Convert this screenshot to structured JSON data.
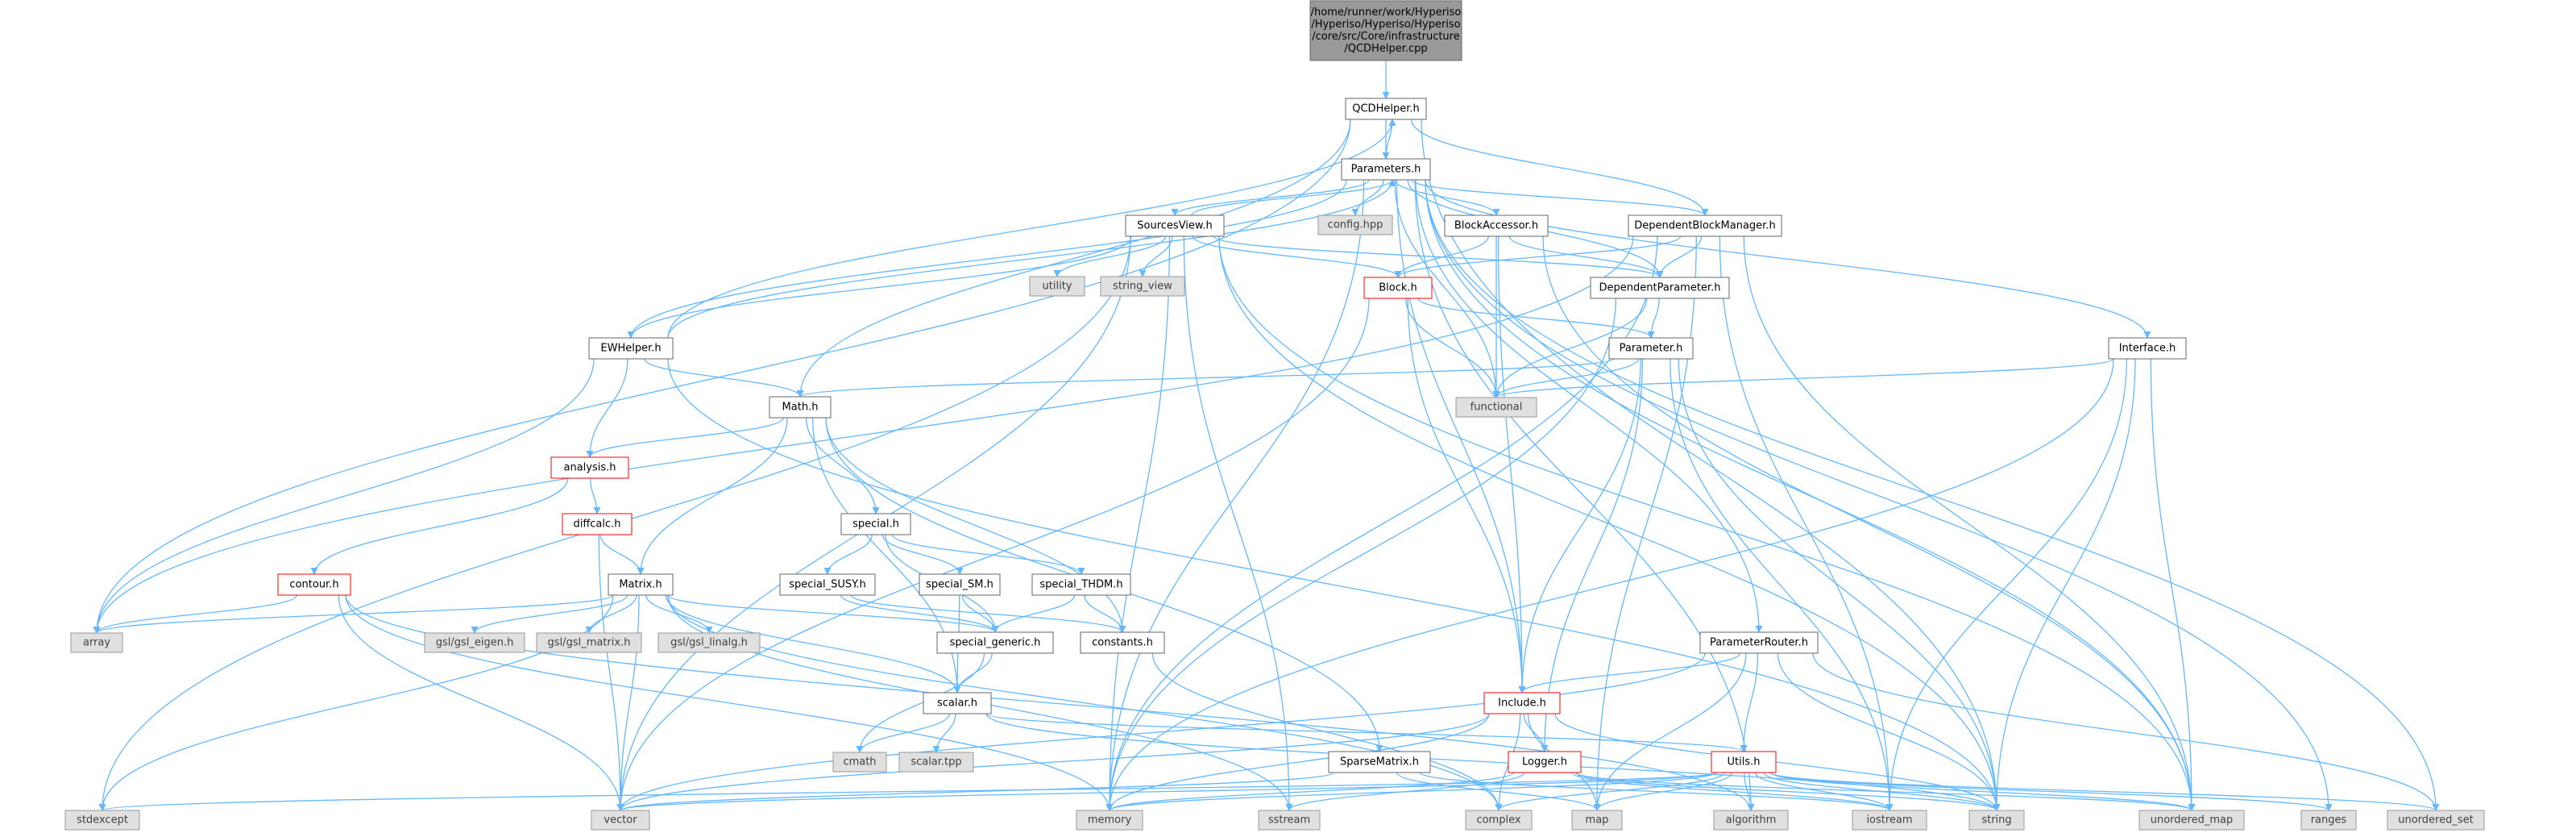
{
  "graph": {
    "root": {
      "id": "root",
      "lines": [
        "/home/runner/work/Hyperiso",
        "/Hyperiso/Hyperiso/Hyperiso",
        "/core/src/Core/infrastructure",
        "/QCDHelper.cpp"
      ],
      "style": "root"
    },
    "nodes": [
      {
        "id": "qcdhelper_h",
        "label": "QCDHelper.h",
        "style": "normal"
      },
      {
        "id": "parameters_h",
        "label": "Parameters.h",
        "style": "normal"
      },
      {
        "id": "config_hpp",
        "label": "config.hpp",
        "style": "ext"
      },
      {
        "id": "sourcesview_h",
        "label": "SourcesView.h",
        "style": "normal"
      },
      {
        "id": "blockaccessor_h",
        "label": "BlockAccessor.h",
        "style": "normal"
      },
      {
        "id": "dependentblockmanager_h",
        "label": "DependentBlockManager.h",
        "style": "normal"
      },
      {
        "id": "utility",
        "label": "utility",
        "style": "ext"
      },
      {
        "id": "string_view",
        "label": "string_view",
        "style": "ext"
      },
      {
        "id": "block_h",
        "label": "Block.h",
        "style": "red"
      },
      {
        "id": "dependentparameter_h",
        "label": "DependentParameter.h",
        "style": "normal"
      },
      {
        "id": "ewhelper_h",
        "label": "EWHelper.h",
        "style": "normal"
      },
      {
        "id": "parameter_h",
        "label": "Parameter.h",
        "style": "normal"
      },
      {
        "id": "interface_h",
        "label": "Interface.h",
        "style": "normal"
      },
      {
        "id": "functional",
        "label": "functional",
        "style": "ext"
      },
      {
        "id": "math_h",
        "label": "Math.h",
        "style": "normal"
      },
      {
        "id": "analysis_h",
        "label": "analysis.h",
        "style": "red"
      },
      {
        "id": "special_h",
        "label": "special.h",
        "style": "normal"
      },
      {
        "id": "diffcalc_h",
        "label": "diffcalc.h",
        "style": "red"
      },
      {
        "id": "contour_h",
        "label": "contour.h",
        "style": "red"
      },
      {
        "id": "special_susy_h",
        "label": "special_SUSY.h",
        "style": "normal"
      },
      {
        "id": "special_sm_h",
        "label": "special_SM.h",
        "style": "normal"
      },
      {
        "id": "special_thdm_h",
        "label": "special_THDM.h",
        "style": "normal"
      },
      {
        "id": "matrix_h",
        "label": "Matrix.h",
        "style": "normal"
      },
      {
        "id": "array",
        "label": "array",
        "style": "ext"
      },
      {
        "id": "gsl_eigen",
        "label": "gsl/gsl_eigen.h",
        "style": "ext"
      },
      {
        "id": "gsl_matrix",
        "label": "gsl/gsl_matrix.h",
        "style": "ext"
      },
      {
        "id": "gsl_linalg",
        "label": "gsl/gsl_linalg.h",
        "style": "ext"
      },
      {
        "id": "special_generic_h",
        "label": "special_generic.h",
        "style": "normal"
      },
      {
        "id": "constants_h",
        "label": "constants.h",
        "style": "normal"
      },
      {
        "id": "parameterrouter_h",
        "label": "ParameterRouter.h",
        "style": "normal"
      },
      {
        "id": "scalar_h",
        "label": "scalar.h",
        "style": "normal"
      },
      {
        "id": "include_h",
        "label": "Include.h",
        "style": "red"
      },
      {
        "id": "cmath",
        "label": "cmath",
        "style": "ext"
      },
      {
        "id": "scalar_tpp",
        "label": "scalar.tpp",
        "style": "ext"
      },
      {
        "id": "sparsematrix_h",
        "label": "SparseMatrix.h",
        "style": "normal"
      },
      {
        "id": "logger_h",
        "label": "Logger.h",
        "style": "red"
      },
      {
        "id": "utils_h",
        "label": "Utils.h",
        "style": "red"
      },
      {
        "id": "stdexcept",
        "label": "stdexcept",
        "style": "ext"
      },
      {
        "id": "vector",
        "label": "vector",
        "style": "ext"
      },
      {
        "id": "memory",
        "label": "memory",
        "style": "ext"
      },
      {
        "id": "sstream",
        "label": "sstream",
        "style": "ext"
      },
      {
        "id": "complex",
        "label": "complex",
        "style": "ext"
      },
      {
        "id": "map",
        "label": "map",
        "style": "ext"
      },
      {
        "id": "algorithm",
        "label": "algorithm",
        "style": "ext"
      },
      {
        "id": "iostream",
        "label": "iostream",
        "style": "ext"
      },
      {
        "id": "string",
        "label": "string",
        "style": "ext"
      },
      {
        "id": "unordered_map",
        "label": "unordered_map",
        "style": "ext"
      },
      {
        "id": "ranges",
        "label": "ranges",
        "style": "ext"
      },
      {
        "id": "unordered_set",
        "label": "unordered_set",
        "style": "ext"
      }
    ],
    "edges": [
      [
        "root",
        "qcdhelper_h"
      ],
      [
        "qcdhelper_h",
        "parameters_h"
      ],
      [
        "qcdhelper_h",
        "dependentblockmanager_h"
      ],
      [
        "qcdhelper_h",
        "math_h"
      ],
      [
        "qcdhelper_h",
        "array"
      ],
      [
        "qcdhelper_h",
        "string"
      ],
      [
        "parameters_h",
        "qcdhelper_h"
      ],
      [
        "parameters_h",
        "config_hpp"
      ],
      [
        "parameters_h",
        "sourcesview_h"
      ],
      [
        "parameters_h",
        "blockaccessor_h"
      ],
      [
        "parameters_h",
        "dependentblockmanager_h"
      ],
      [
        "parameters_h",
        "ewhelper_h"
      ],
      [
        "parameters_h",
        "dependentparameter_h"
      ],
      [
        "parameters_h",
        "interface_h"
      ],
      [
        "parameters_h",
        "parameterrouter_h"
      ],
      [
        "parameters_h",
        "functional"
      ],
      [
        "parameters_h",
        "include_h"
      ],
      [
        "parameters_h",
        "memory"
      ],
      [
        "parameters_h",
        "algorithm"
      ],
      [
        "parameters_h",
        "unordered_map"
      ],
      [
        "parameters_h",
        "unordered_set"
      ],
      [
        "parameters_h",
        "ranges"
      ],
      [
        "sourcesview_h",
        "parameters_h"
      ],
      [
        "sourcesview_h",
        "utility"
      ],
      [
        "sourcesview_h",
        "string_view"
      ],
      [
        "sourcesview_h",
        "block_h"
      ],
      [
        "sourcesview_h",
        "ewhelper_h"
      ],
      [
        "sourcesview_h",
        "dependentparameter_h"
      ],
      [
        "sourcesview_h",
        "stdexcept"
      ],
      [
        "sourcesview_h",
        "vector"
      ],
      [
        "sourcesview_h",
        "memory"
      ],
      [
        "sourcesview_h",
        "sstream"
      ],
      [
        "sourcesview_h",
        "string"
      ],
      [
        "sourcesview_h",
        "unordered_map"
      ],
      [
        "blockaccessor_h",
        "block_h"
      ],
      [
        "blockaccessor_h",
        "dependentparameter_h"
      ],
      [
        "blockaccessor_h",
        "functional"
      ],
      [
        "blockaccessor_h",
        "include_h"
      ],
      [
        "blockaccessor_h",
        "unordered_map"
      ],
      [
        "dependentblockmanager_h",
        "block_h"
      ],
      [
        "dependentblockmanager_h",
        "dependentparameter_h"
      ],
      [
        "dependentblockmanager_h",
        "memory"
      ],
      [
        "dependentblockmanager_h",
        "map"
      ],
      [
        "dependentblockmanager_h",
        "iostream"
      ],
      [
        "dependentblockmanager_h",
        "unordered_map"
      ],
      [
        "dependentblockmanager_h",
        "array"
      ],
      [
        "block_h",
        "parameter_h"
      ],
      [
        "block_h",
        "functional"
      ],
      [
        "block_h",
        "include_h"
      ],
      [
        "block_h",
        "vector"
      ],
      [
        "dependentparameter_h",
        "parameter_h"
      ],
      [
        "dependentparameter_h",
        "functional"
      ],
      [
        "dependentparameter_h",
        "memory"
      ],
      [
        "ewhelper_h",
        "parameters_h"
      ],
      [
        "ewhelper_h",
        "qcdhelper_h"
      ],
      [
        "ewhelper_h",
        "math_h"
      ],
      [
        "ewhelper_h",
        "analysis_h"
      ],
      [
        "ewhelper_h",
        "array"
      ],
      [
        "ewhelper_h",
        "string"
      ],
      [
        "parameter_h",
        "math_h"
      ],
      [
        "parameter_h",
        "functional"
      ],
      [
        "parameter_h",
        "include_h"
      ],
      [
        "parameter_h",
        "logger_h"
      ],
      [
        "parameter_h",
        "string"
      ],
      [
        "parameter_h",
        "iostream"
      ],
      [
        "interface_h",
        "functional"
      ],
      [
        "interface_h",
        "memory"
      ],
      [
        "interface_h",
        "string"
      ],
      [
        "interface_h",
        "iostream"
      ],
      [
        "interface_h",
        "unordered_map"
      ],
      [
        "math_h",
        "analysis_h"
      ],
      [
        "math_h",
        "special_h"
      ],
      [
        "math_h",
        "matrix_h"
      ],
      [
        "math_h",
        "constants_h"
      ],
      [
        "math_h",
        "scalar_h"
      ],
      [
        "math_h",
        "sparsematrix_h"
      ],
      [
        "analysis_h",
        "diffcalc_h"
      ],
      [
        "analysis_h",
        "contour_h"
      ],
      [
        "diffcalc_h",
        "matrix_h"
      ],
      [
        "diffcalc_h",
        "vector"
      ],
      [
        "contour_h",
        "array"
      ],
      [
        "contour_h",
        "vector"
      ],
      [
        "contour_h",
        "memory"
      ],
      [
        "contour_h",
        "algorithm"
      ],
      [
        "special_h",
        "special_susy_h"
      ],
      [
        "special_h",
        "special_sm_h"
      ],
      [
        "special_h",
        "special_thdm_h"
      ],
      [
        "special_h",
        "special_generic_h"
      ],
      [
        "special_susy_h",
        "special_generic_h"
      ],
      [
        "special_susy_h",
        "constants_h"
      ],
      [
        "special_sm_h",
        "special_generic_h"
      ],
      [
        "special_sm_h",
        "scalar_h"
      ],
      [
        "special_thdm_h",
        "special_generic_h"
      ],
      [
        "special_thdm_h",
        "constants_h"
      ],
      [
        "matrix_h",
        "array"
      ],
      [
        "matrix_h",
        "gsl_eigen"
      ],
      [
        "matrix_h",
        "gsl_matrix"
      ],
      [
        "matrix_h",
        "gsl_linalg"
      ],
      [
        "matrix_h",
        "special_generic_h"
      ],
      [
        "matrix_h",
        "scalar_h"
      ],
      [
        "matrix_h",
        "stdexcept"
      ],
      [
        "matrix_h",
        "vector"
      ],
      [
        "matrix_h",
        "sstream"
      ],
      [
        "matrix_h",
        "complex"
      ],
      [
        "special_generic_h",
        "scalar_h"
      ],
      [
        "special_generic_h",
        "cmath"
      ],
      [
        "constants_h",
        "complex"
      ],
      [
        "scalar_h",
        "cmath"
      ],
      [
        "scalar_h",
        "scalar_tpp"
      ],
      [
        "scalar_h",
        "utils_h"
      ],
      [
        "scalar_h",
        "string"
      ],
      [
        "parameterrouter_h",
        "include_h"
      ],
      [
        "parameterrouter_h",
        "utils_h"
      ],
      [
        "parameterrouter_h",
        "vector"
      ],
      [
        "parameterrouter_h",
        "map"
      ],
      [
        "parameterrouter_h",
        "string"
      ],
      [
        "parameterrouter_h",
        "unordered_set"
      ],
      [
        "include_h",
        "logger_h"
      ],
      [
        "include_h",
        "vector"
      ],
      [
        "include_h",
        "memory"
      ],
      [
        "include_h",
        "complex"
      ],
      [
        "include_h",
        "map"
      ],
      [
        "include_h",
        "string"
      ],
      [
        "sparsematrix_h",
        "vector"
      ],
      [
        "sparsematrix_h",
        "map"
      ],
      [
        "sparsematrix_h",
        "iostream"
      ],
      [
        "logger_h",
        "sstream"
      ],
      [
        "logger_h",
        "memory"
      ],
      [
        "logger_h",
        "string"
      ],
      [
        "logger_h",
        "iostream"
      ],
      [
        "logger_h",
        "unordered_map"
      ],
      [
        "utils_h",
        "stdexcept"
      ],
      [
        "utils_h",
        "vector"
      ],
      [
        "utils_h",
        "memory"
      ],
      [
        "utils_h",
        "complex"
      ],
      [
        "utils_h",
        "map"
      ],
      [
        "utils_h",
        "algorithm"
      ],
      [
        "utils_h",
        "iostream"
      ],
      [
        "utils_h",
        "string"
      ],
      [
        "utils_h",
        "unordered_map"
      ],
      [
        "utils_h",
        "ranges"
      ],
      [
        "utils_h",
        "unordered_set"
      ]
    ]
  }
}
